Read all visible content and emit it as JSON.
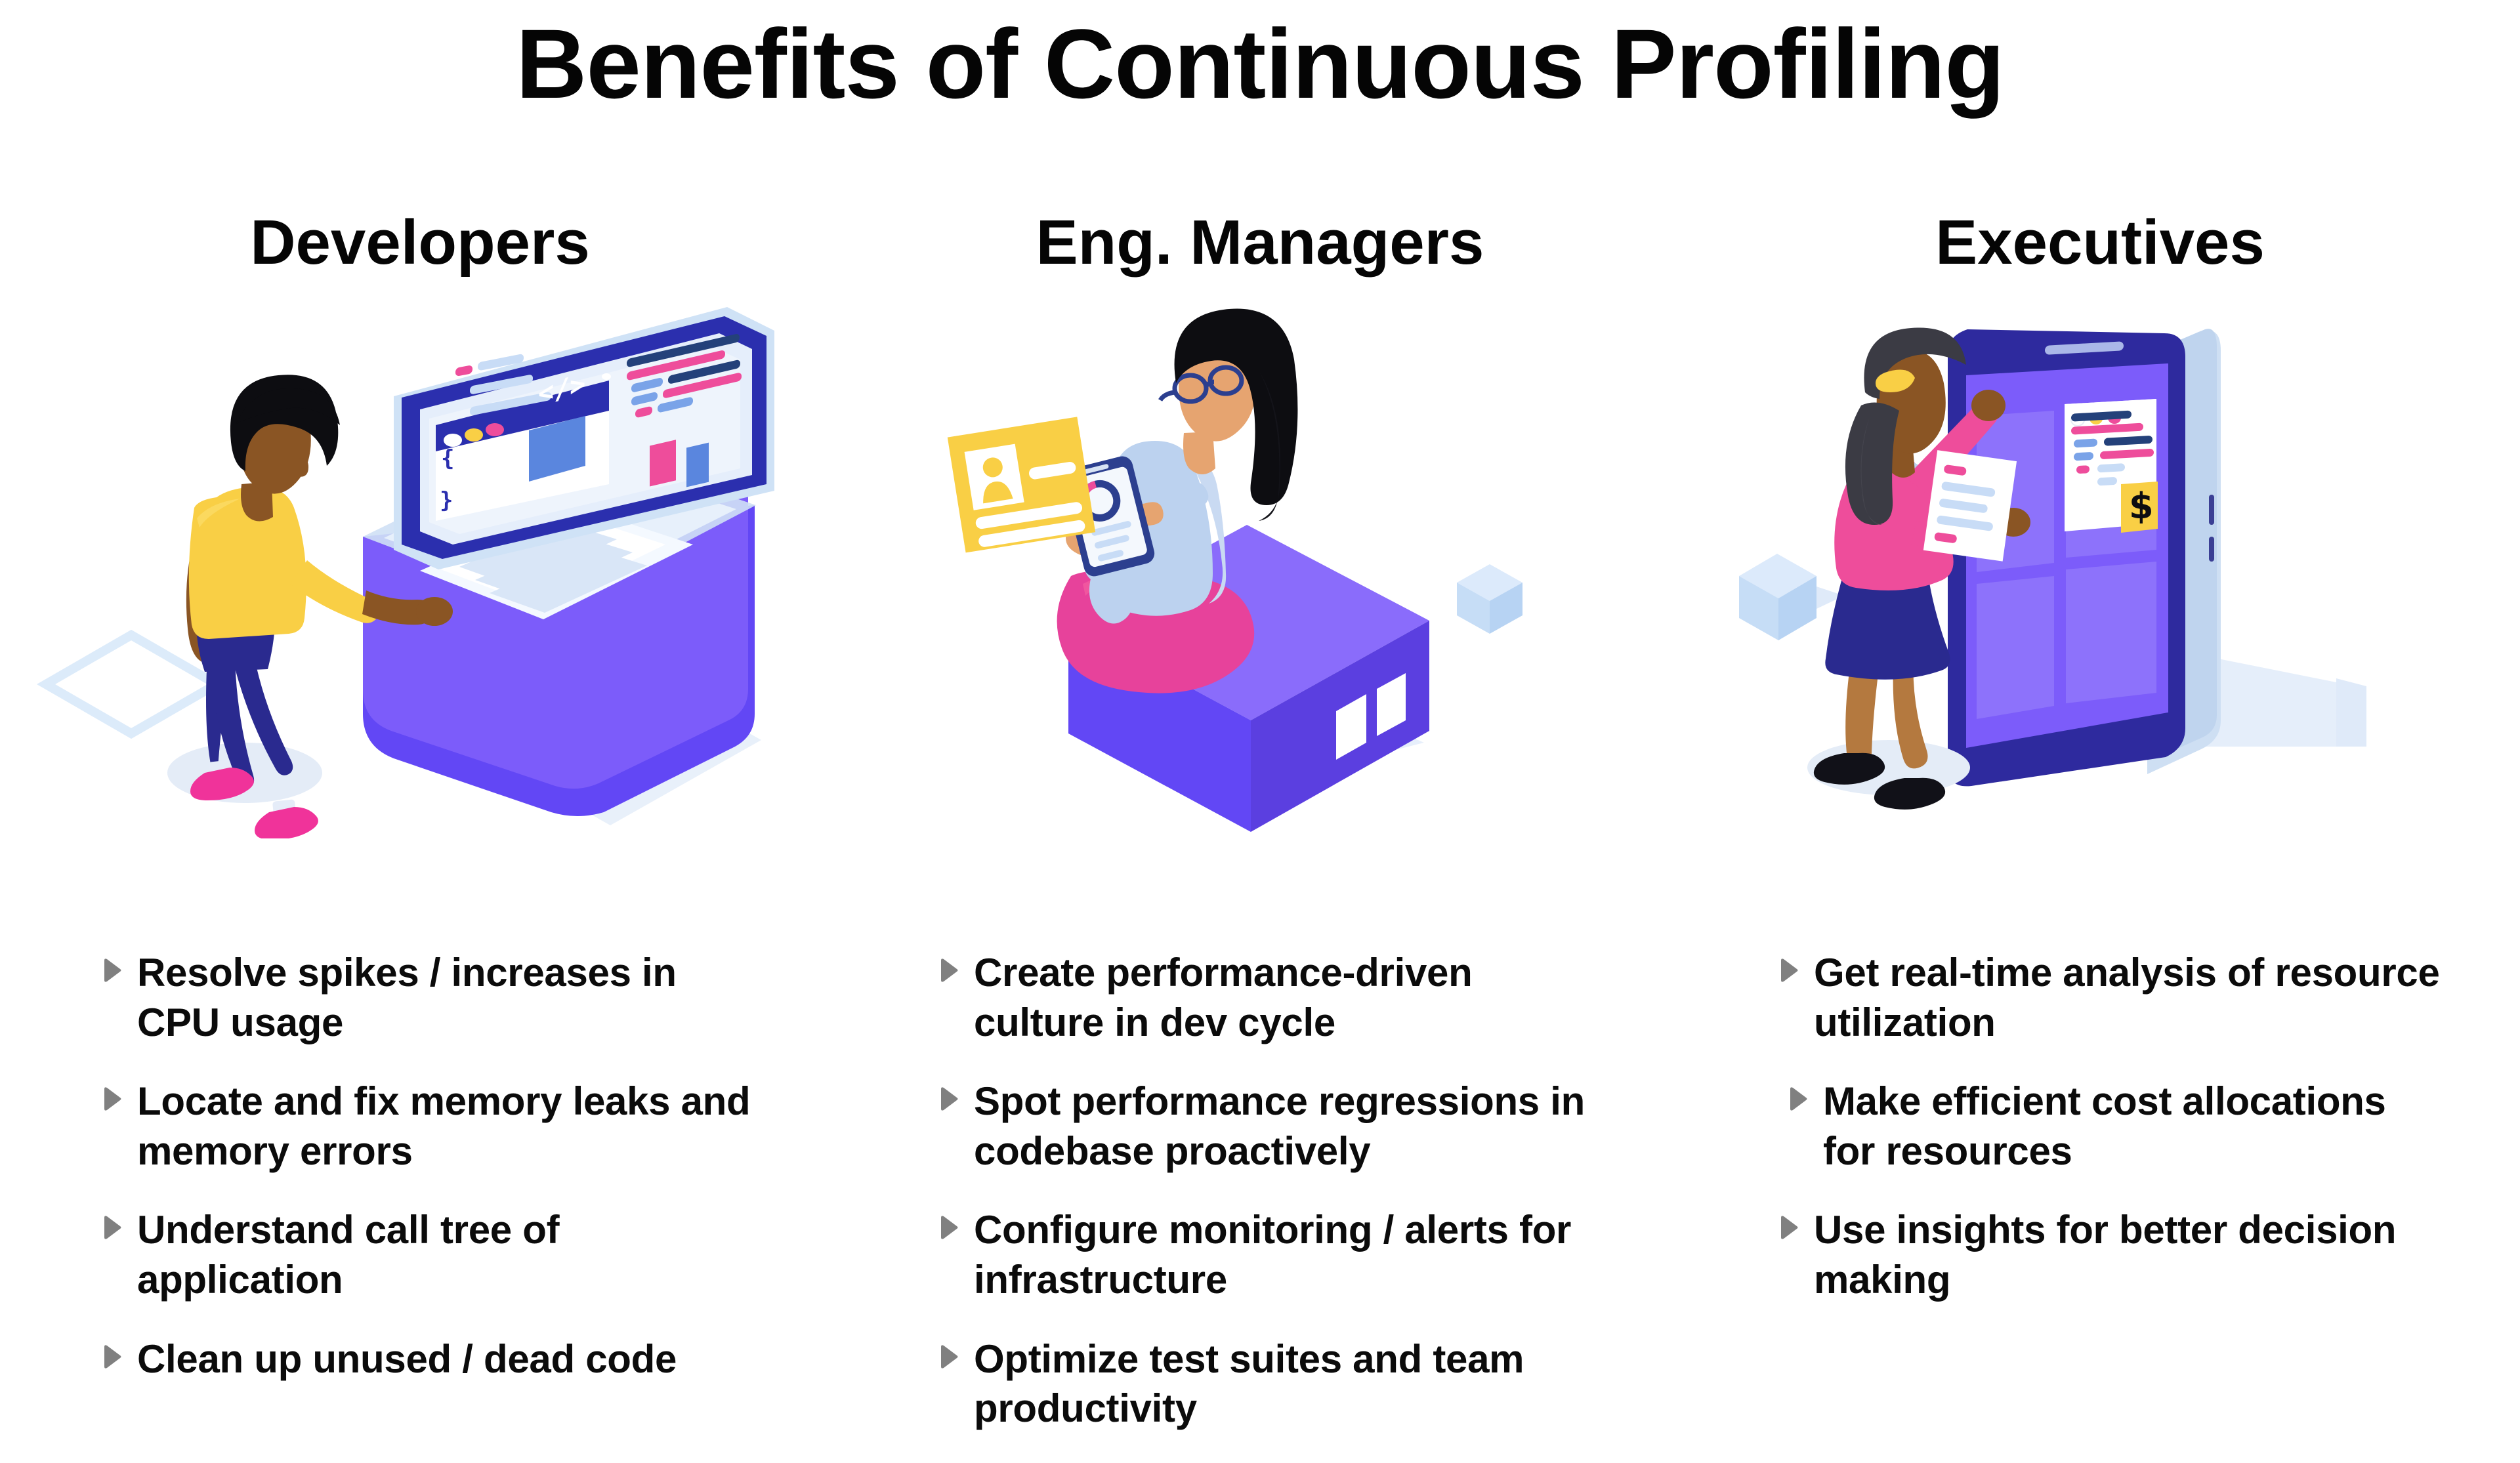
{
  "slide": {
    "title": "Benefits of Continuous Profiling",
    "background_color": "#ffffff",
    "text_color": "#0b0b0b",
    "bullet_marker_color": "#808080",
    "bullet_marker_icon": "triangle-right-icon"
  },
  "palette": {
    "purple_light": "#8a6cfb",
    "purple": "#7456f7",
    "purple_dark": "#5b3fe0",
    "navy": "#2b2f9e",
    "navy_deep": "#2a2a8f",
    "blue": "#4b7be8",
    "blue_pale": "#c8dcf6",
    "blue_faint": "#dfeaf9",
    "pink": "#ee4d9b",
    "pink_bright": "#f0339a",
    "yellow": "#f9cf45",
    "skin_dark": "#8a5524",
    "skin_mid": "#b4793f",
    "skin_light": "#e6a470",
    "hair_black": "#0d0d11",
    "hair_charcoal": "#3b3b44",
    "shirt_lightblue": "#bcd2ef",
    "white": "#ffffff",
    "shadow": "#dfe8f5"
  },
  "columns": [
    {
      "id": "developers",
      "heading": "Developers",
      "illustration_name": "developer-at-standing-desk-illustration",
      "illustration_alt": "Isometric developer in yellow shirt standing at a purple desk with a code editor monitor",
      "bullets": [
        "Resolve spikes / increases in CPU usage",
        "Locate and fix memory leaks and memory errors",
        "Understand call tree of application",
        "Clean up unused / dead code"
      ]
    },
    {
      "id": "eng-managers",
      "heading": "Eng. Managers",
      "illustration_name": "manager-on-cube-illustration",
      "illustration_alt": "Isometric woman with glasses sitting on a purple cube holding a phone with a donut chart next to a yellow ID card",
      "bullets": [
        "Create performance-driven culture in dev cycle",
        "Spot performance regressions in codebase proactively",
        "Configure monitoring / alerts for infrastructure",
        "Optimize test suites and team productivity"
      ]
    },
    {
      "id": "executives",
      "heading": "Executives",
      "illustration_name": "executive-at-tablet-illustration",
      "illustration_alt": "Isometric woman in pink top pinning a document to a giant tablet showing a dashboard card and a dollar badge",
      "bullets": [
        "Get real-time analysis of resource utilization",
        "Make efficient cost allocations for resources",
        "Use insights for better decision making"
      ]
    }
  ],
  "illustration_details": {
    "developer_screen": {
      "window_dots": [
        "white",
        "yellow",
        "pink"
      ],
      "code_badge_glyph": "</>",
      "brace_open": "{",
      "brace_close": "}"
    },
    "executive_card": {
      "window_dots": [
        "white",
        "yellow",
        "pink"
      ],
      "badge_glyph": "$"
    }
  }
}
